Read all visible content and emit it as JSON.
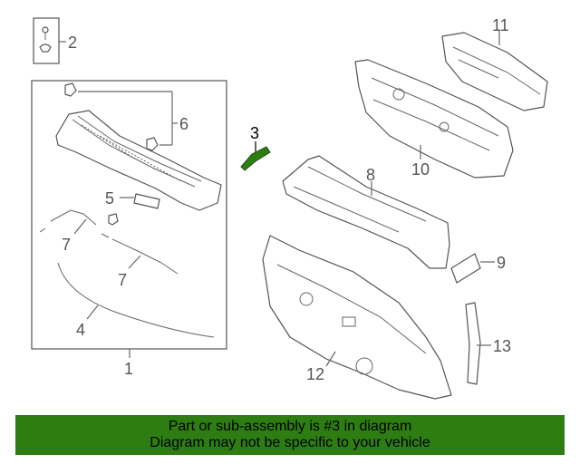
{
  "callouts": {
    "c1": "1",
    "c2": "2",
    "c3": "3",
    "c4": "4",
    "c5": "5",
    "c6": "6",
    "c7a": "7",
    "c7b": "7",
    "c8": "8",
    "c9": "9",
    "c10": "10",
    "c11": "11",
    "c12": "12",
    "c13": "13"
  },
  "highlight": {
    "part_number": "3",
    "color": "#2e7d13"
  },
  "banner": {
    "line1": "Part or sub-assembly is #3 in diagram",
    "line2": "Diagram may not be specific to your vehicle",
    "background": "#2e7d13"
  }
}
